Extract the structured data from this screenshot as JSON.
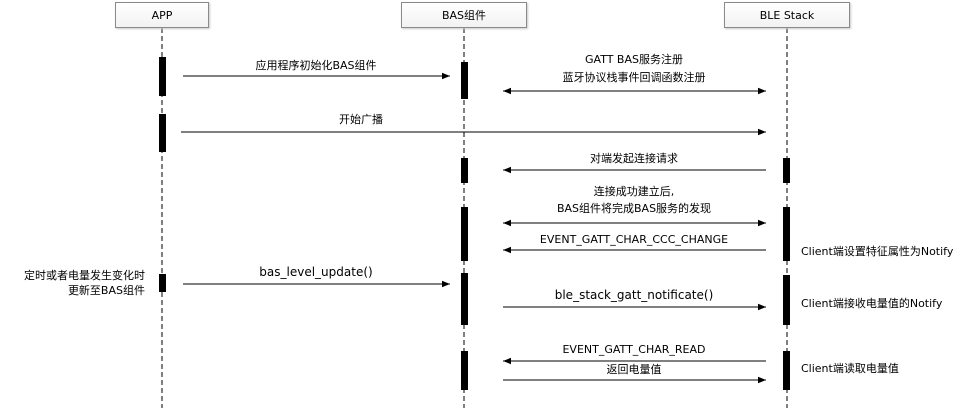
{
  "participants": {
    "app": "APP",
    "bas": "BAS组件",
    "ble": "BLE Stack"
  },
  "messages": {
    "m1": "应用程序初始化BAS组件",
    "m2_line1": "GATT BAS服务注册",
    "m2_line2": "蓝牙协议栈事件回调函数注册",
    "m3": "开始广播",
    "m4": "对端发起连接请求",
    "m5_line1": "连接成功建立后,",
    "m5_line2": "BAS组件将完成BAS服务的发现",
    "m6": "EVENT_GATT_CHAR_CCC_CHANGE",
    "m7": "bas_level_update()",
    "m8": "ble_stack_gatt_notificate()",
    "m9": "EVENT_GATT_CHAR_READ",
    "m10": "返回电量值"
  },
  "notes": {
    "ble_notify_set": "Client端设置特征属性为Notify",
    "ble_notify_recv": "Client端接收电量值的Notify",
    "ble_read": "Client端读取电量值",
    "app_trigger_line1": "定时或者电量发生变化时",
    "app_trigger_line2": "更新至BAS组件"
  },
  "colors": {
    "line": "#000000",
    "activation": "#000000",
    "box_border": "#8a8a8a"
  }
}
